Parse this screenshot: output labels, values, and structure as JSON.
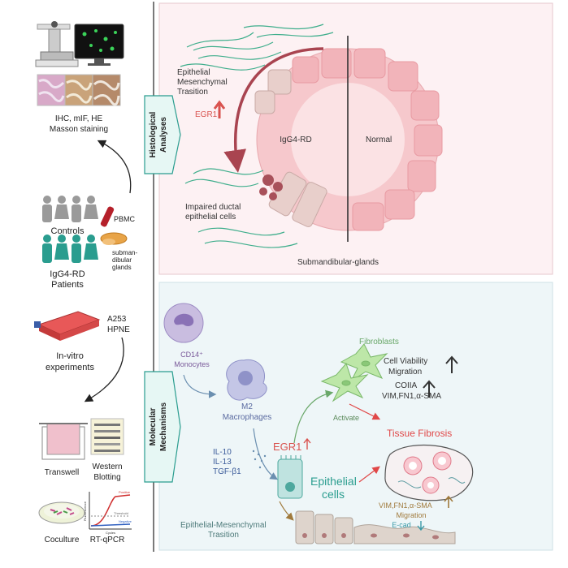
{
  "left": {
    "imaging_caption_1": "IHC, mIF, HE",
    "imaging_caption_2": "Masson staining",
    "controls": "Controls",
    "pbmc": "PBMC",
    "glands_1": "subman-",
    "glands_2": "dibular",
    "glands_3": "glands",
    "patients_1": "IgG4-RD",
    "patients_2": "Patients",
    "cells_1": "A253",
    "cells_2": "HPNE",
    "invitro_1": "In-vitro",
    "invitro_2": "experiments",
    "transwell": "Transwell",
    "western_1": "Western",
    "western_2": "Blotting",
    "coculture": "Coculture",
    "rtqpcr": "RT-qPCR",
    "pcr_positive": "Positive",
    "pcr_threshold": "Threshold",
    "pcr_negative": "Negative",
    "pcr_xlabel": "Cycles",
    "pcr_ylabel": "Fluorescence"
  },
  "histology": {
    "tab_1": "Histological",
    "tab_2": "Analyses",
    "emt_1": "Epithelial",
    "emt_2": "Mesenchymal",
    "emt_3": "Trasition",
    "egr1": "EGR1",
    "igg4": "IgG4-RD",
    "normal": "Normal",
    "impaired_1": "Impaired ductal",
    "impaired_2": "epithelial cells",
    "caption": "Submandibular-glands"
  },
  "molecular": {
    "tab_1": "Molecular",
    "tab_2": "Mechanisms",
    "monocytes_1": "CD14⁺",
    "monocytes_2": "Monocytes",
    "m2_1": "M2",
    "m2_2": "Macrophages",
    "cytokine_1": "IL-10",
    "cytokine_2": "IL-13",
    "cytokine_3": "TGF-β1",
    "egr1": "EGR1",
    "epithelial_1": "Epithelial",
    "epithelial_2": "cells",
    "emt_1": "Epithelial-Mesenchymal",
    "emt_2": "Trasition",
    "fibroblasts": "Fibroblasts",
    "activate": "Activate",
    "viability_1": "Cell Viability",
    "viability_2": "Migration",
    "markers_1": "COIIA",
    "markers_2": "VIM,FN1,α-SMA",
    "fibrosis": "Tissue Fibrosis",
    "out_1": "VIM,FN1,α-SMA",
    "out_2": "Migration",
    "out_3": "E-cad"
  },
  "colors": {
    "teal": "#2a9d8f",
    "red": "#d9534f",
    "purple": "#7a5a9a",
    "green": "#6aa86a",
    "tab_fill": "#e6f7f4",
    "top_panel": "#fdf1f3",
    "bottom_panel": "#eef6f8"
  }
}
